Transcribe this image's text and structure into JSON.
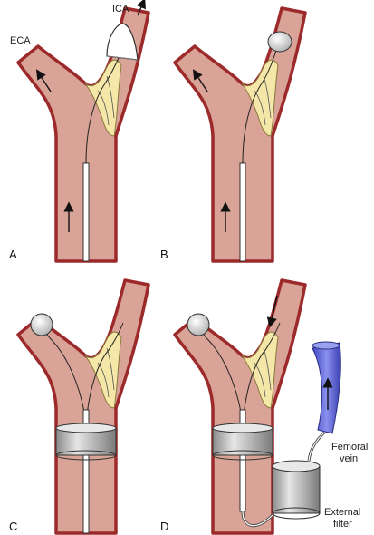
{
  "panels": [
    {
      "letter": "A"
    },
    {
      "letter": "B"
    },
    {
      "letter": "C"
    },
    {
      "letter": "D"
    }
  ],
  "labels": {
    "eca": "ECA",
    "ica": "ICA",
    "femoral_line1": "Femoral",
    "femoral_line2": "vein",
    "filter_line1": "External",
    "filter_line2": "filter"
  },
  "colors": {
    "vessel_fill": "#d9a397",
    "vessel_wall": "#9c2a2a",
    "plaque": "#f4e7a8",
    "vein": "#5a62d6",
    "device": "#c8c8c8",
    "outline": "#222222"
  }
}
